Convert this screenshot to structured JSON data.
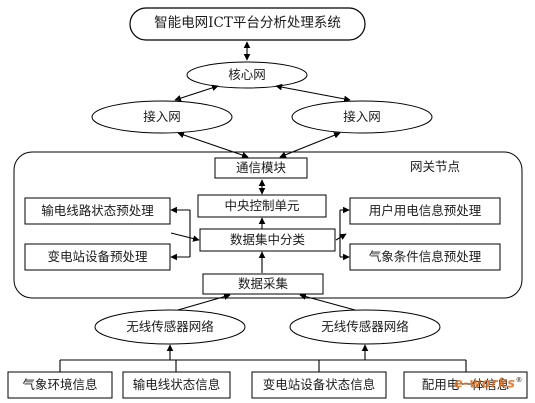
{
  "title": "智能电网ICT平台分析处理系统",
  "core_network": "核心网",
  "access_network_left": "接入网",
  "access_network_right": "接入网",
  "gateway_node": "网关节点",
  "comm_module": "通信模块",
  "central_control": "中央控制单元",
  "data_aggregation": "数据集中分类",
  "data_collection": "数据采集",
  "pre_left_top": "输电线路状态预处理",
  "pre_left_bottom": "变电站设备预处理",
  "pre_right_top": "用户用电信息预处理",
  "pre_right_bottom": "气象条件信息预处理",
  "wsn_left": "无线传感器网络",
  "wsn_right": "无线传感器网络",
  "source_1": "气象环境信息",
  "source_2": "输电线状态信息",
  "source_3": "变电站设备状态信息",
  "source_4": "配用电一体信息",
  "watermark": "e-works",
  "colors": {
    "line": "#000000",
    "accent": "#e06a1a"
  }
}
